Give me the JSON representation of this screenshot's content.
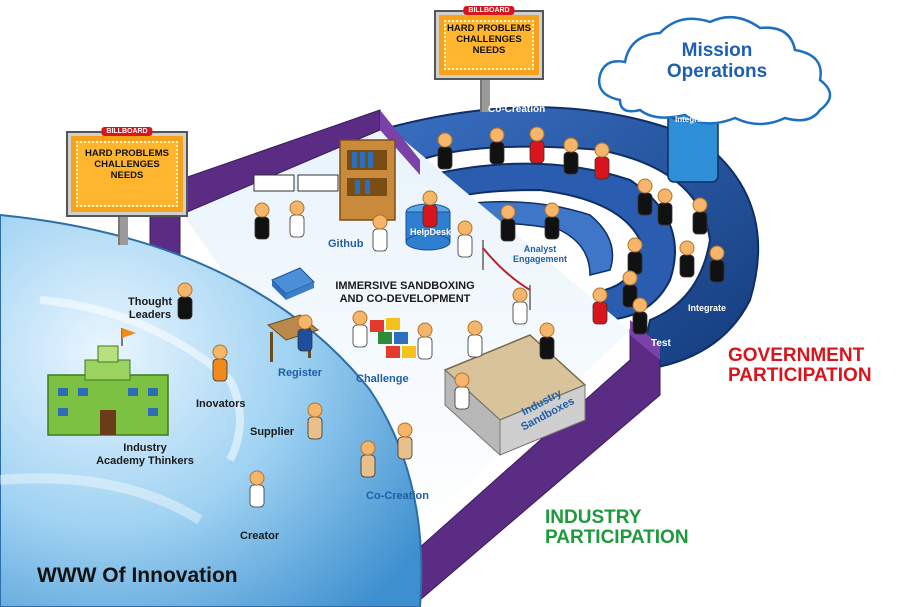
{
  "billboards": [
    {
      "tag": "BILLBOARD",
      "lines": [
        "HARD PROBLEMS",
        "CHALLENGES",
        "NEEDS"
      ]
    },
    {
      "tag": "BILLBOARD",
      "lines": [
        "HARD PROBLEMS",
        "CHALLENGES",
        "NEEDS"
      ]
    }
  ],
  "cloud_title": "Mission\nOperations",
  "title": "WWW Of Innovation",
  "government": "GOVERNMENT\nPARTICIPATION",
  "industry": "INDUSTRY\nPARTICIPATION",
  "center_title": "IMMERSIVE SANDBOXING\nAND CO-DEVELOPMENT",
  "labels": {
    "co_creation_top": "Co-Creation",
    "integrate_top": "Integrate",
    "integrate_ring": "Integrate",
    "test": "Test",
    "github": "Github",
    "helpdesk": "HelpDesk",
    "analyst": "Analyst\nEngagement",
    "register": "Register",
    "challenge": "Challenge",
    "industry_sandboxes": "Industry\nSandboxes",
    "co_creation_bottom": "Co-Creation",
    "thought_leaders": "Thought\nLeaders",
    "inovators": "Inovators",
    "supplier": "Supplier",
    "academy": "Industry\nAcademy Thinkers",
    "creator": "Creator"
  },
  "colors": {
    "purple": "#5b2c83",
    "ring_blue": "#1d4f9c",
    "gov_red": "#d8151c",
    "ind_green": "#1e9a3c",
    "globe": "#4aa3df"
  }
}
